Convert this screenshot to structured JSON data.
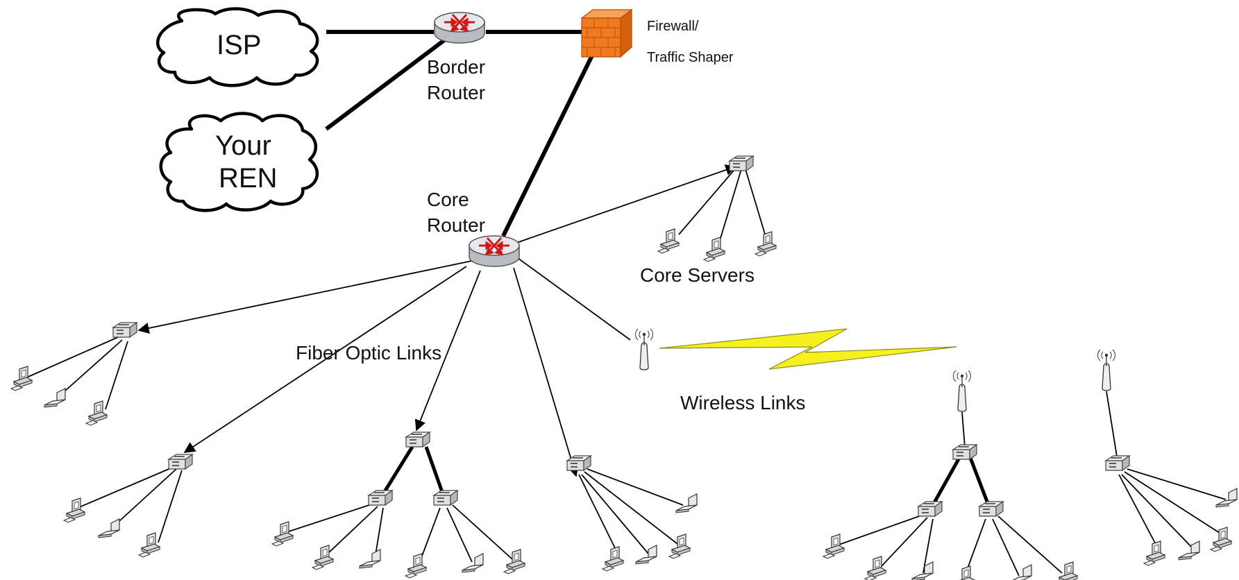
{
  "nodes": {
    "isp": "ISP",
    "ren_line1": "Your",
    "ren_line2": "REN",
    "border_router_line1": "Border",
    "border_router_line2": "Router",
    "firewall_line1": "Firewall/",
    "firewall_line2": "Traffic Shaper",
    "core_router_line1": "Core",
    "core_router_line2": "Router"
  },
  "labels": {
    "core_servers": "Core Servers",
    "fiber_links": "Fiber Optic Links",
    "wireless_links": "Wireless Links"
  },
  "colors": {
    "firewall": "#f07a20",
    "router_arrows": "#d01818",
    "lightning": "#f5f01e"
  },
  "icons": [
    "router-icon",
    "firewall-icon",
    "switch-icon",
    "desktop-icon",
    "laptop-icon",
    "antenna-icon",
    "cloud-shape",
    "lightning-bolt"
  ]
}
